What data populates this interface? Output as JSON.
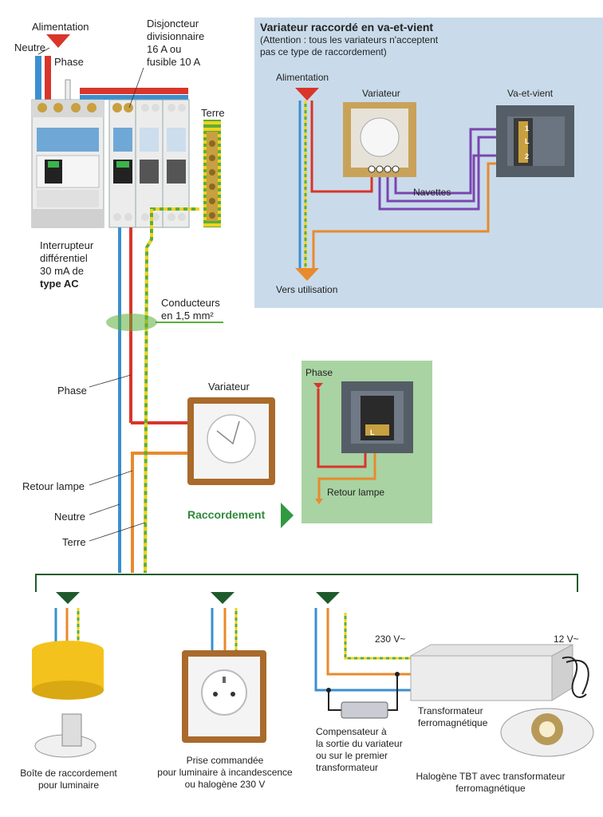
{
  "top_left": {
    "alimentation": "Alimentation",
    "neutre": "Neutre",
    "phase": "Phase",
    "disjoncteur": [
      "Disjoncteur",
      "divisionnaire",
      "16 A ou",
      "fusible 10 A"
    ],
    "terre": "Terre",
    "interrupteur": [
      "Interrupteur",
      "différentiel",
      "30 mA de"
    ],
    "type_ac": "type AC",
    "conducteurs": "Conducteurs",
    "section": "en 1,5 mm²"
  },
  "va_et_vient_panel": {
    "title": "Variateur raccordé en va-et-vient",
    "note": [
      "(Attention : tous les variateurs n'acceptent",
      "pas ce type de raccordement)"
    ],
    "alimentation": "Alimentation",
    "variateur": "Variateur",
    "va_et_vient": "Va-et-vient",
    "navettes": "Navettes",
    "vers_utilisation": "Vers utilisation",
    "terminals": [
      "1",
      "L",
      "2"
    ]
  },
  "middle": {
    "variateur": "Variateur",
    "phase": "Phase",
    "retour_lampe": "Retour lampe",
    "neutre": "Neutre",
    "terre": "Terre",
    "raccordement": "Raccordement"
  },
  "raccordement_panel": {
    "phase": "Phase",
    "retour_lampe": "Retour lampe",
    "terminal_l": "L"
  },
  "bottom": {
    "boite": [
      "Boîte de raccordement",
      "pour luminaire"
    ],
    "prise": [
      "Prise commandée",
      "pour luminaire à incandescence",
      "ou halogène 230 V"
    ],
    "v230": "230 V~",
    "v12": "12 V~",
    "transformateur": [
      "Transformateur",
      "ferromagnétique"
    ],
    "compensateur": [
      "Compensateur à",
      "la sortie du variateur",
      "ou sur le premier",
      "transformateur"
    ],
    "halogene": [
      "Halogène TBT avec transformateur",
      "ferromagnétique"
    ]
  },
  "colors": {
    "phase": "#d9352b",
    "neutre": "#3a8fd0",
    "retour": "#e88a2e",
    "navette": "#7a45b0",
    "terre_green": "#5bae3a",
    "terre_yellow": "#f2d21a",
    "panel_blue": "#c9dbea",
    "panel_green": "#a9d3a2",
    "dark_green": "#1e5b2c"
  }
}
